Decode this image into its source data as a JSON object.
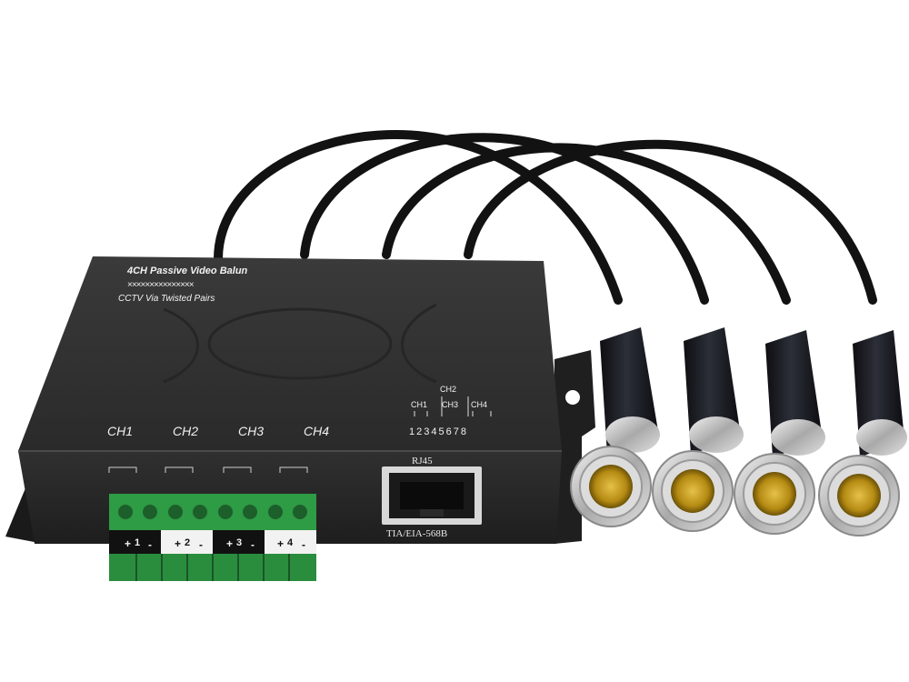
{
  "product": {
    "title": "4CH Passive Video Balun",
    "subtitle": "CCTV Via Twisted Pairs"
  },
  "front_labels": {
    "channels": [
      "CH1",
      "CH2",
      "CH3",
      "CH4"
    ]
  },
  "pinout": {
    "top": "CH2",
    "row": [
      "CH1",
      "CH3",
      "CH4"
    ],
    "pins": "12345678"
  },
  "rj45": {
    "label": "RJ45",
    "standard": "TIA/EIA-568B"
  },
  "terminal": {
    "labels": [
      {
        "plus": "+",
        "num": "1",
        "minus": "-"
      },
      {
        "plus": "+",
        "num": "2",
        "minus": "-"
      },
      {
        "plus": "+",
        "num": "3",
        "minus": "-"
      },
      {
        "plus": "+",
        "num": "4",
        "minus": "-"
      }
    ]
  },
  "colors": {
    "housing": "#2b2b2b",
    "terminal_block": "#2e9b45",
    "bnc_center": "#c8a020",
    "bnc_metal": "#c9c9c9",
    "cable": "#111111"
  },
  "connectors": [
    "bnc-connector-1",
    "bnc-connector-2",
    "bnc-connector-3",
    "bnc-connector-4"
  ]
}
